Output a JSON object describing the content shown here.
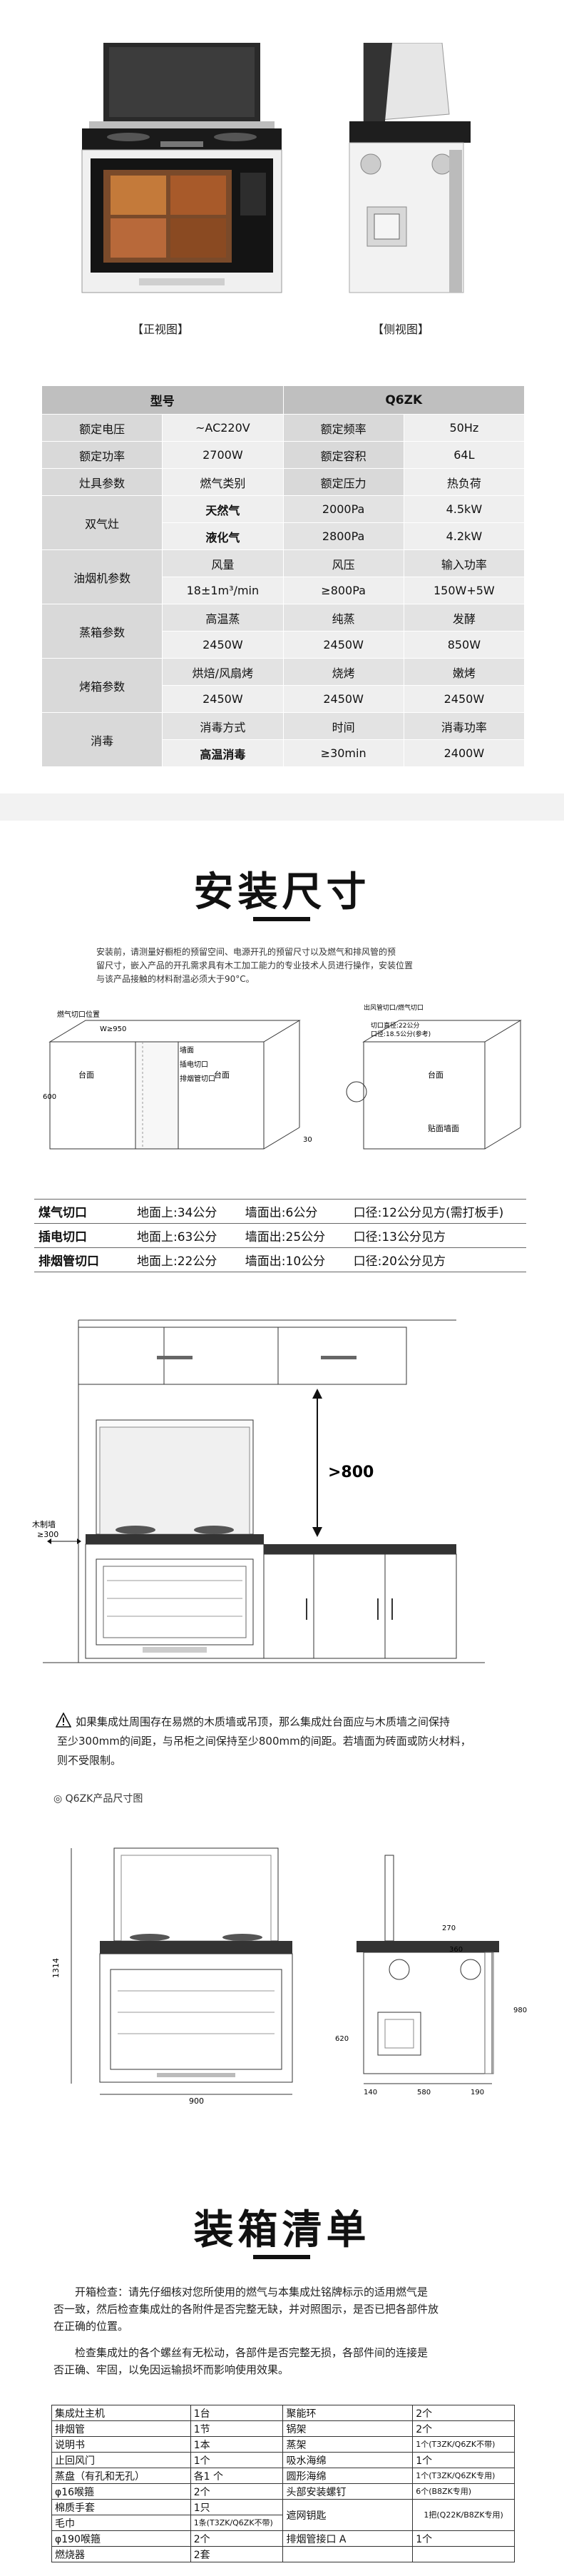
{
  "views": {
    "front_caption": "【正视图】",
    "side_caption": "【侧视图】"
  },
  "spec": {
    "header": [
      "型号",
      "Q6ZK"
    ],
    "rows": {
      "r1": [
        "额定电压",
        "~AC220V",
        "额定频率",
        "50Hz"
      ],
      "r2": [
        "额定功率",
        "2700W",
        "额定容积",
        "64L"
      ],
      "r3": [
        "灶具参数",
        "燃气类别",
        "额定压力",
        "热负荷"
      ],
      "r4": [
        "双气灶",
        "天然气",
        "2000Pa",
        "4.5kW"
      ],
      "r5": [
        "液化气",
        "2800Pa",
        "4.2kW"
      ],
      "r6": [
        "油烟机参数",
        "风量",
        "风压",
        "输入功率"
      ],
      "r7": [
        "18±1m³/min",
        "≥800Pa",
        "150W+5W"
      ],
      "r8": [
        "蒸箱参数",
        "高温蒸",
        "纯蒸",
        "发酵"
      ],
      "r9": [
        "2450W",
        "2450W",
        "850W"
      ],
      "r10": [
        "烤箱参数",
        "烘焙/风扇烤",
        "烧烤",
        "嫩烤"
      ],
      "r11": [
        "2450W",
        "2450W",
        "2450W"
      ],
      "r12": [
        "消毒",
        "消毒方式",
        "时间",
        "消毒功率"
      ],
      "r13": [
        "高温消毒",
        "≥30min",
        "2400W"
      ]
    }
  },
  "install": {
    "title": "安装尺寸",
    "intro": [
      "安装前，请测量好橱柜的预留空间、电源开孔的预留尺寸以及燃气和排风管的预",
      "留尺寸，嵌入产品的开孔需求具有木工加工能力的专业技术人员进行操作，安装位置",
      "与该产品接触的材料耐温必须大于90°C。"
    ],
    "diagram_labels": {
      "gas_cut_left": "燃气切口位置",
      "counter": "台面",
      "wall": "墙面",
      "pipe_cut": "排烟管切口",
      "socket_cut": "插电切口",
      "size_w": "W≥950",
      "size_d": "600",
      "size_h": "30",
      "right_hole_title": "出风管切口/燃气切口",
      "right_hole_1": "切口直径:22公分",
      "right_hole_2": "口径:18.5公分(参考)",
      "right_wall": "贴面墙面",
      "right_counter": "台面"
    },
    "cut_table": [
      [
        "煤气切口",
        "地面上:34公分",
        "墙面出:6公分",
        "口径:12公分见方(需打板手)"
      ],
      [
        "插电切口",
        "地面上:63公分",
        "墙面出:25公分",
        "口径:13公分见方"
      ],
      [
        "排烟管切口",
        "地面上:22公分",
        "墙面出:10公分",
        "口径:20公分见方"
      ]
    ],
    "height_label": ">800",
    "side_label_1": "木制墙",
    "side_label_2": "≥300",
    "warning": [
      "如果集成灶周围存在易燃的木质墙或吊顶，那么集成灶台面应与木质墙之间保持",
      "至少300mm的间距，与吊柜之间保持至少800mm的间距。若墙面为砖面或防火材料，",
      "则不受限制。"
    ],
    "dim_caption": "◎ Q6ZK产品尺寸图",
    "dims": {
      "height": "1314",
      "width": "900",
      "side_top": "270",
      "side_mid": "360",
      "side_right": "980",
      "side_low": "620",
      "side_bottom_1": "140",
      "side_bottom_2": "580",
      "side_bottom_3": "190"
    }
  },
  "packing": {
    "title": "装箱清单",
    "para1": [
      "开箱检查：请先仔细核对您所使用的燃气与本集成灶铭牌标示的适用燃气是",
      "否一致，然后检查集成灶的各附件是否完整无缺，并对照图示，是否已把各部件放",
      "在正确的位置。"
    ],
    "para2": [
      "检查集成灶的各个螺丝有无松动，各部件是否完整无损，各部件间的连接是",
      "否正确、牢固，以免因运输损坏而影响使用效果。"
    ],
    "rows": [
      [
        "集成灶主机",
        "1台",
        "聚能环",
        "2个"
      ],
      [
        "排烟管",
        "1节",
        "锅架",
        "2个"
      ],
      [
        "说明书",
        "1本",
        "蒸架",
        "1个(T3ZK/Q6ZK不带)"
      ],
      [
        "止回风门",
        "1个",
        "吸水海绵",
        "1个"
      ],
      [
        "蒸盘（有孔和无孔）",
        "各1 个",
        "圆形海绵",
        "1个(T3ZK/Q6ZK专用)"
      ],
      [
        "φ16喉箍",
        "2个",
        "头部安装螺钉",
        "6个(B8ZK专用)"
      ],
      [
        "棉质手套",
        "1只",
        "遮网钥匙",
        "1把(Q22K/B8ZK专用)"
      ],
      [
        "毛巾",
        "1条(T3ZK/Q6ZK不带)",
        "",
        ""
      ],
      [
        "φ190喉箍",
        "2个",
        "排烟管接口 A",
        "1个"
      ],
      [
        "燃烧器",
        "2套",
        "",
        ""
      ]
    ]
  }
}
